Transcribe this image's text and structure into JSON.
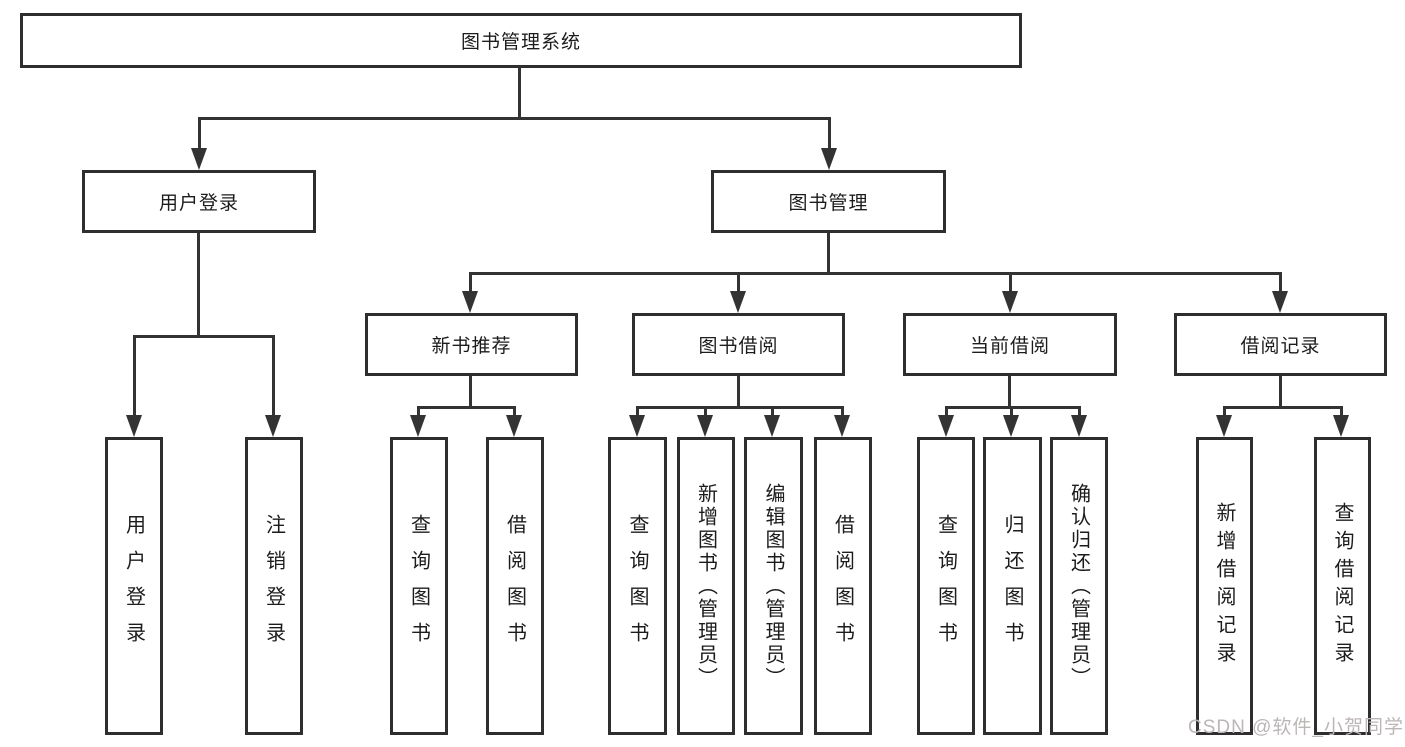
{
  "tree": {
    "label": "图书管理系统",
    "children": [
      {
        "label": "用户登录",
        "children": [
          {
            "label": "用户登录"
          },
          {
            "label": "注销登录"
          }
        ]
      },
      {
        "label": "图书管理",
        "children": [
          {
            "label": "新书推荐",
            "children": [
              {
                "label": "查询图书"
              },
              {
                "label": "借阅图书"
              }
            ]
          },
          {
            "label": "图书借阅",
            "children": [
              {
                "label": "查询图书"
              },
              {
                "label": "新增图书（管理员）"
              },
              {
                "label": "编辑图书（管理员）"
              },
              {
                "label": "借阅图书"
              }
            ]
          },
          {
            "label": "当前借阅",
            "children": [
              {
                "label": "查询图书"
              },
              {
                "label": "归还图书"
              },
              {
                "label": "确认归还（管理员）"
              }
            ]
          },
          {
            "label": "借阅记录",
            "children": [
              {
                "label": "新增借阅记录"
              },
              {
                "label": "查询借阅记录"
              }
            ]
          }
        ]
      }
    ]
  },
  "watermark": {
    "text": "CSDN @软件_小贺同学"
  },
  "colors": {
    "line": "#333333",
    "box_border": "#2e2e2e",
    "text": "#1c1c1c",
    "watermark": "#bcb6b6",
    "background": "#ffffff"
  }
}
